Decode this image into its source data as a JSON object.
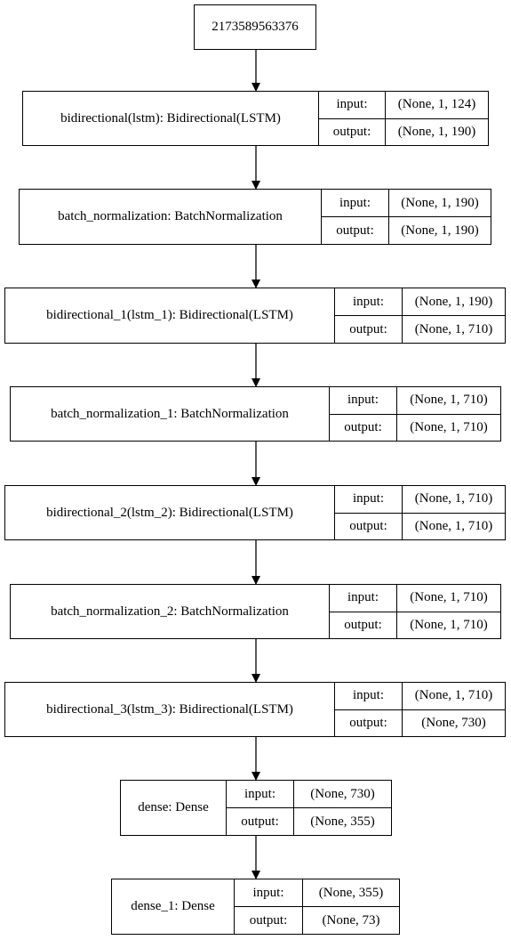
{
  "model_id": "2173589563376",
  "io_labels": {
    "input": "input:",
    "output": "output:"
  },
  "layers": [
    {
      "name": "bidirectional(lstm): Bidirectional(LSTM)",
      "input": "(None, 1, 124)",
      "output": "(None, 1, 190)"
    },
    {
      "name": "batch_normalization: BatchNormalization",
      "input": "(None, 1, 190)",
      "output": "(None, 1, 190)"
    },
    {
      "name": "bidirectional_1(lstm_1): Bidirectional(LSTM)",
      "input": "(None, 1, 190)",
      "output": "(None, 1, 710)"
    },
    {
      "name": "batch_normalization_1: BatchNormalization",
      "input": "(None, 1, 710)",
      "output": "(None, 1, 710)"
    },
    {
      "name": "bidirectional_2(lstm_2): Bidirectional(LSTM)",
      "input": "(None, 1, 710)",
      "output": "(None, 1, 710)"
    },
    {
      "name": "batch_normalization_2: BatchNormalization",
      "input": "(None, 1, 710)",
      "output": "(None, 1, 710)"
    },
    {
      "name": "bidirectional_3(lstm_3): Bidirectional(LSTM)",
      "input": "(None, 1, 710)",
      "output": "(None, 730)"
    },
    {
      "name": "dense: Dense",
      "input": "(None, 730)",
      "output": "(None, 355)"
    },
    {
      "name": "dense_1: Dense",
      "input": "(None, 355)",
      "output": "(None, 73)"
    }
  ]
}
